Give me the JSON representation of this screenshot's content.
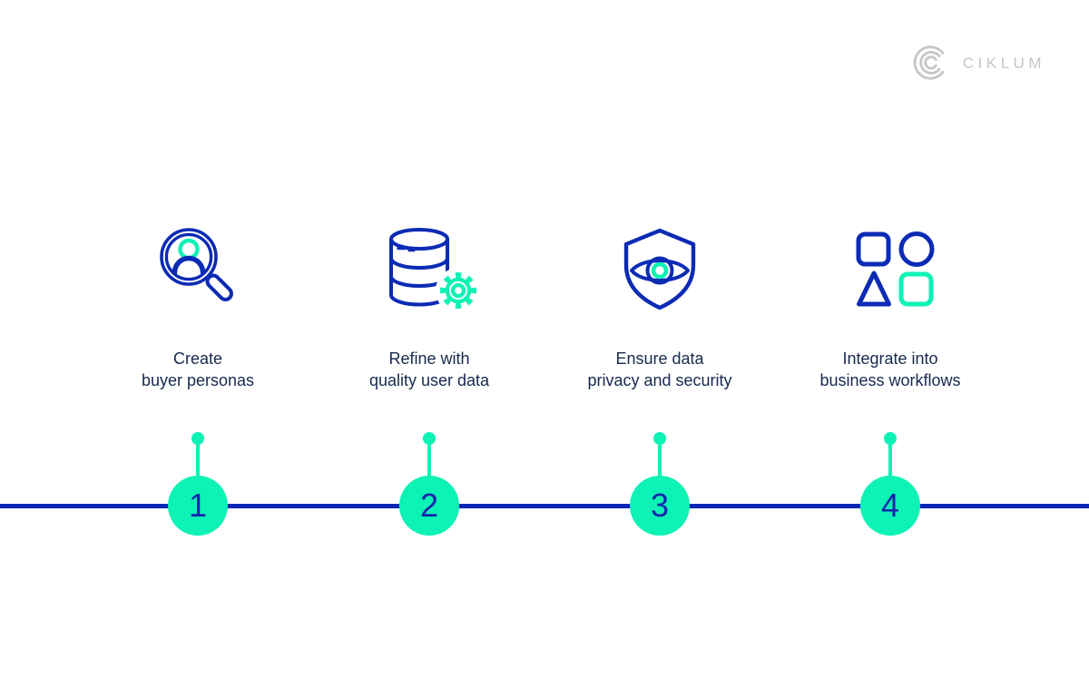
{
  "brand": {
    "name": "CIKLUM"
  },
  "steps": [
    {
      "number": "1",
      "label_line1": "Create",
      "label_line2": "buyer personas",
      "icon": "magnifier-user-icon"
    },
    {
      "number": "2",
      "label_line1": "Refine with",
      "label_line2": "quality user data",
      "icon": "database-gear-icon"
    },
    {
      "number": "3",
      "label_line1": "Ensure data",
      "label_line2": "privacy and security",
      "icon": "shield-eye-icon"
    },
    {
      "number": "4",
      "label_line1": "Integrate into",
      "label_line2": "business workflows",
      "icon": "shapes-icon"
    }
  ],
  "colors": {
    "accent_blue": "#0c2bb5",
    "timeline_blue": "#0626b5",
    "number_blue": "#1327ae",
    "navy_text": "#17294e",
    "accent_teal": "#0df2b5",
    "logo_gray": "#c5c5c5"
  }
}
